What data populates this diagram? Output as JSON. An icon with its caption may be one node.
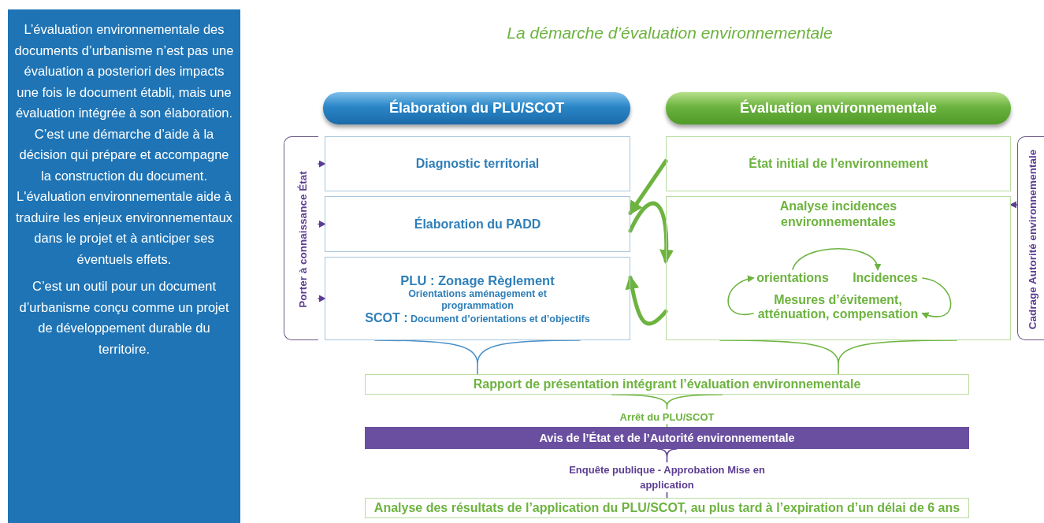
{
  "diagram": {
    "title": "La démarche d’évaluation environnementale",
    "nodes": [
      {
        "text": [
          "L’évaluation environnementale des documents d’urbanisme n’est pas une évaluation a posteriori des impacts une fois le document établi, mais une évaluation intégrée à son élaboration. C’est une démarche d’aide à la décision qui prépare et accompagne la construction du document. L'évaluation environnementale aide à traduire les enjeux environnementaux dans le projet et à anticiper ses éventuels effets.",
          "C’est un outil pour un document d’urbanisme conçu comme un projet de développement durable du territoire."
        ]
      },
      {
        "text": [
          "Élaboration du PLU/SCOT"
        ]
      },
      {
        "text": [
          "Évaluation environnementale"
        ]
      },
      {
        "text": [
          "Porter à connaissance État"
        ]
      },
      {
        "text": [
          "Diagnostic territorial"
        ]
      },
      {
        "text": [
          "Élaboration du PADD"
        ]
      },
      {
        "text": [
          "PLU : Zonage Règlement",
          "Orientations aménagement et programmation",
          "**SCOT :** Document d’orientations et d’objectifs"
        ]
      },
      {
        "text": [
          "État initial de l’environnement"
        ]
      },
      {
        "text": [
          "Analyse incidences environnementales"
        ]
      },
      {
        "text": [
          "orientations"
        ],
        "in": 8
      },
      {
        "text": [
          "Incidences"
        ],
        "in": 8
      },
      {
        "text": [
          "Mesures d’évitement, atténuation, compensation"
        ],
        "in": 8
      },
      {
        "text": [
          "Cadrage Autorité environnementale"
        ]
      },
      {
        "text": [
          "Rapport de présentation intégrant l’évaluation environnementale"
        ]
      },
      {
        "text": [
          "Avis de l’État et de l’Autorité environnementale"
        ]
      },
      {
        "text": [
          "Analyse des résultats de l’application du PLU/SCOT, au plus tard à l’expiration d’un délai de 6 ans"
        ]
      }
    ],
    "edges": [
      {
        "from": 3,
        "to": 4,
        "arrow": "to",
        "color": "#5c3d93"
      },
      {
        "from": 3,
        "to": 5,
        "arrow": "to",
        "color": "#5c3d93"
      },
      {
        "from": 3,
        "to": 6,
        "arrow": "to",
        "color": "#5c3d93"
      },
      {
        "from": 12,
        "to": 8,
        "arrow": "to",
        "color": "#5c3d93"
      },
      {
        "from": 7,
        "to": 5,
        "arrow": "to",
        "style": "thick"
      },
      {
        "from": 5,
        "to": 8,
        "arrow": "to",
        "style": "thick"
      },
      {
        "from": 8,
        "to": 6,
        "arrow": "to",
        "style": "thick"
      },
      {
        "from": 9,
        "to": 10,
        "arrow": "to"
      },
      {
        "from": 10,
        "to": 11,
        "arrow": "to"
      },
      {
        "from": 11,
        "to": 9,
        "arrow": "to"
      },
      {
        "from": 6,
        "to": 13,
        "arrow": "none",
        "color": "#4a90c8"
      },
      {
        "from": 8,
        "to": 13,
        "arrow": "none"
      },
      {
        "from": 13,
        "to": 14,
        "arrow": "none",
        "label": "Arrêt du PLU/SCOT"
      },
      {
        "from": 14,
        "to": 15,
        "arrow": "none",
        "label": "Enquête publique - Approbation Mise en application",
        "color": "#5c3d93"
      }
    ]
  }
}
